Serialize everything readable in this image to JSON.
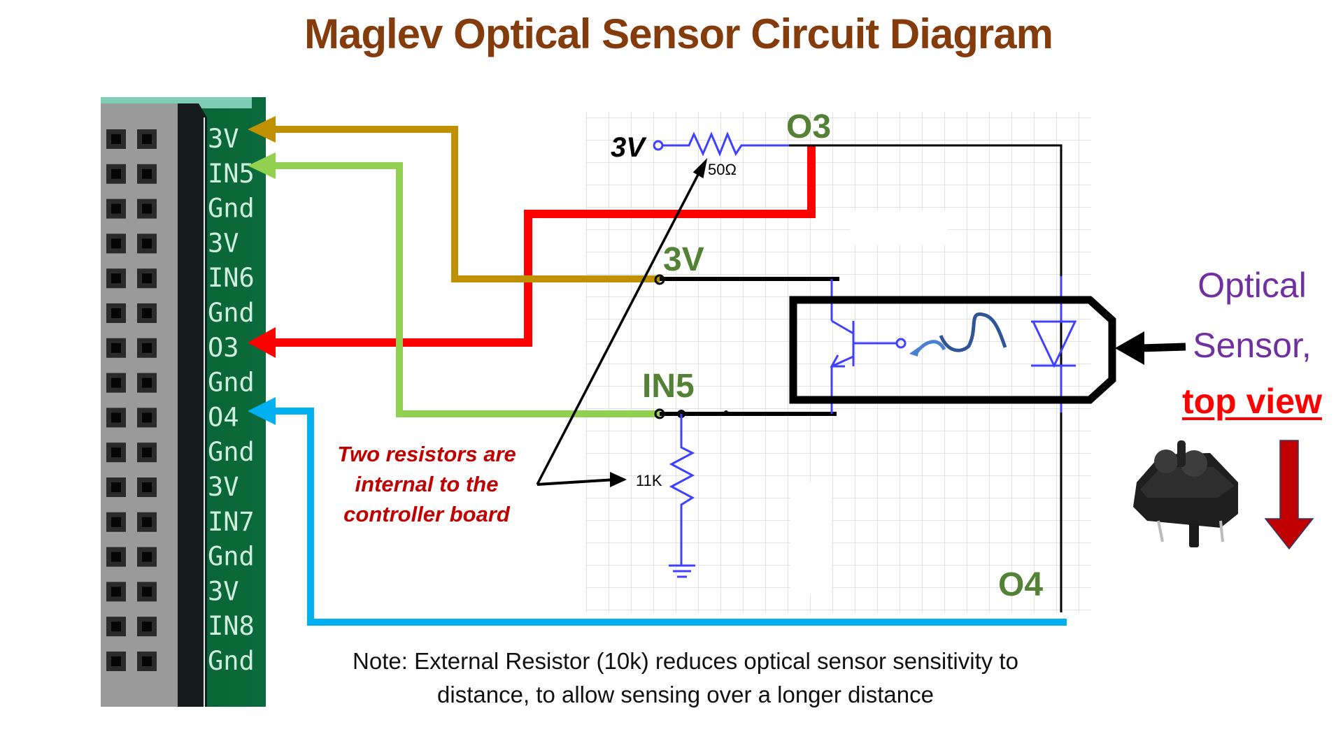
{
  "title": "Maglev Optical Sensor Circuit Diagram",
  "pcb_header": {
    "pin_labels": [
      "3V",
      "IN5",
      "Gnd",
      "3V",
      "IN6",
      "Gnd",
      "O3",
      "Gnd",
      "O4",
      "Gnd",
      "3V",
      "IN7",
      "Gnd",
      "3V",
      "IN8",
      "Gnd"
    ]
  },
  "schematic": {
    "supply_label": "3V",
    "resistor_top_value": "50Ω",
    "resistor_bottom_value": "11K",
    "node_labels": {
      "o3": "O3",
      "v3": "3V",
      "in5": "IN5",
      "o4": "O4"
    }
  },
  "wires": [
    {
      "name": "3V",
      "color": "#bf9000"
    },
    {
      "name": "IN5",
      "color": "#92d050"
    },
    {
      "name": "O3",
      "color": "#ff0000"
    },
    {
      "name": "O4",
      "color": "#00b0f0"
    }
  ],
  "callout": "Two resistors are internal to the controller board",
  "sensor_caption": {
    "line1": "Optical",
    "line2": "Sensor,",
    "line3": "top view"
  },
  "note": {
    "line1": "Note: External Resistor (10k) reduces optical sensor sensitivity to",
    "line2": "distance, to allow sensing over a longer distance"
  },
  "colors": {
    "title": "#843c0c",
    "node_label": "#538135",
    "schematic_blue": "#4040ff",
    "callout": "#c00000",
    "caption_purple": "#7030a0",
    "caption_red": "#ff0000",
    "arrow_red": "#c00000"
  }
}
